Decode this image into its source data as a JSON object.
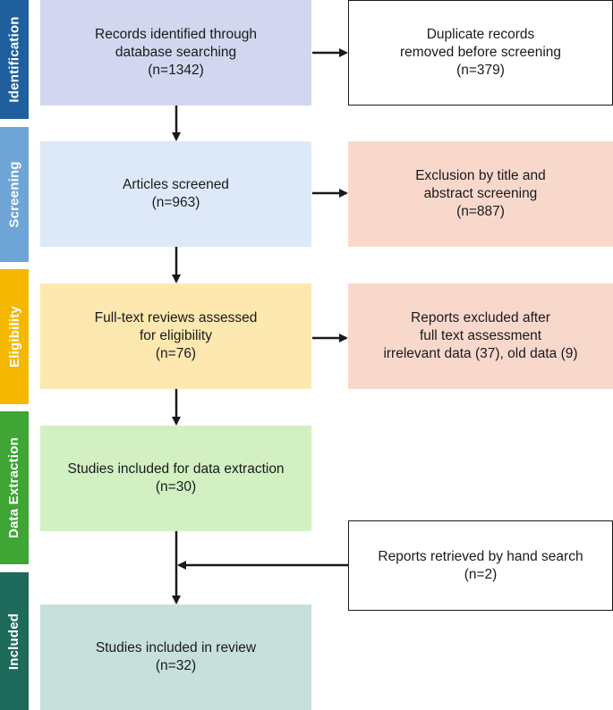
{
  "colors": {
    "identification": "#1f5f9e",
    "screening": "#6ea4d6",
    "eligibility": "#f5b800",
    "data_extraction": "#3fa535",
    "included": "#1e6b5c",
    "box_identification": "#d2d6ee",
    "box_screening": "#dde9f8",
    "box_eligibility": "#fde8b0",
    "box_extraction": "#d2f0c2",
    "box_included": "#c7e0dc",
    "box_excluded": "#f9d8cc",
    "arrow": "#1a1a1a"
  },
  "stages": {
    "identification": "Identification",
    "screening": "Screening",
    "eligibility": "Eligibility",
    "data_extraction": "Data Extraction",
    "included": "Included"
  },
  "boxes": {
    "records": {
      "line1": "Records identified through",
      "line2": "database searching",
      "count": "(n=1342)"
    },
    "duplicates": {
      "line1": "Duplicate records",
      "line2": "removed before screening",
      "count": "(n=379)"
    },
    "screened": {
      "line1": "Articles screened",
      "count": "(n=963)"
    },
    "title_excl": {
      "line1": "Exclusion by title and",
      "line2": "abstract screening",
      "count": "(n=887)"
    },
    "fulltext": {
      "line1": "Full-text reviews assessed",
      "line2": "for eligibility",
      "count": "(n=76)"
    },
    "reports_excl": {
      "line1": "Reports excluded after",
      "line2": "full text assessment",
      "line3": "irrelevant data (37), old data (9)"
    },
    "extraction": {
      "line1": "Studies included for data extraction",
      "count": "(n=30)"
    },
    "hand_search": {
      "line1": "Reports retrieved by hand search",
      "count": "(n=2)"
    },
    "review": {
      "line1": "Studies included in review",
      "count": "(n=32)"
    }
  }
}
